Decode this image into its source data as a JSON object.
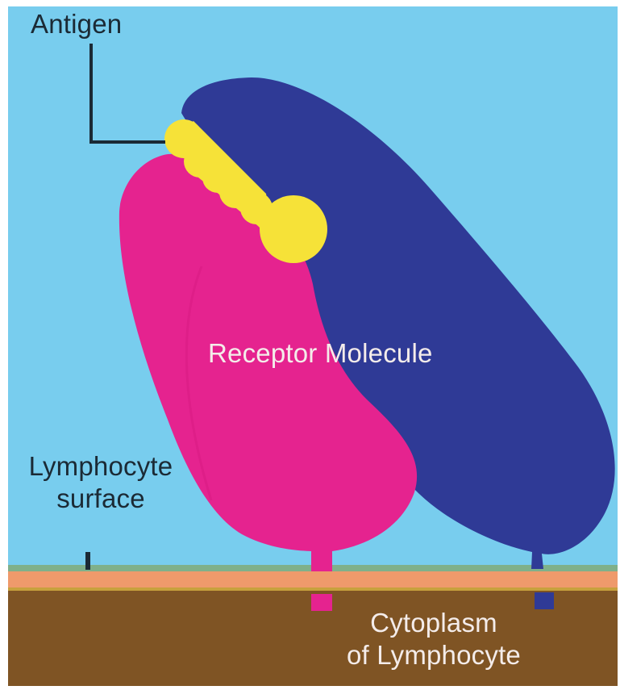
{
  "labels": {
    "antigen": "Antigen",
    "receptor_molecule": "Receptor Molecule",
    "lymphocyte_surface_line1": "Lymphocyte",
    "lymphocyte_surface_line2": "surface",
    "cytoplasm_line1": "Cytoplasm",
    "cytoplasm_line2": "of Lymphocyte"
  },
  "colors": {
    "background_sky": "#78cdee",
    "membrane_top": "#7fb08a",
    "membrane_band": "#ef9a6b",
    "cytoplasm": "#7f5424",
    "receptor_chain_pink": "#e5238f",
    "receptor_chain_blue": "#2f3a96",
    "antigen": "#f6e238",
    "label_dark": "#1b2a35",
    "label_light": "#f4ecea"
  },
  "icons": {
    "antigen": "antigen-blob",
    "pointer": "callout-line"
  }
}
